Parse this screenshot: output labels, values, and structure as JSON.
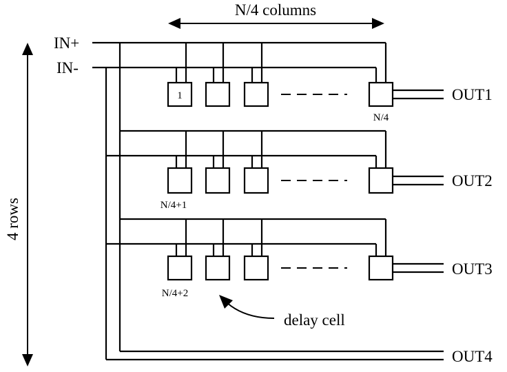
{
  "diagram": {
    "columns_label": "N/4 columns",
    "rows_label": "4 rows",
    "input_pos": "IN+",
    "input_neg": "IN-",
    "outputs": [
      "OUT1",
      "OUT2",
      "OUT3",
      "OUT4"
    ],
    "cell_labels": {
      "first_cell": "1",
      "last_cell_row1": "N/4",
      "first_cell_row2": "N/4+1",
      "first_cell_row3": "N/4+2"
    },
    "annotation": "delay cell"
  }
}
